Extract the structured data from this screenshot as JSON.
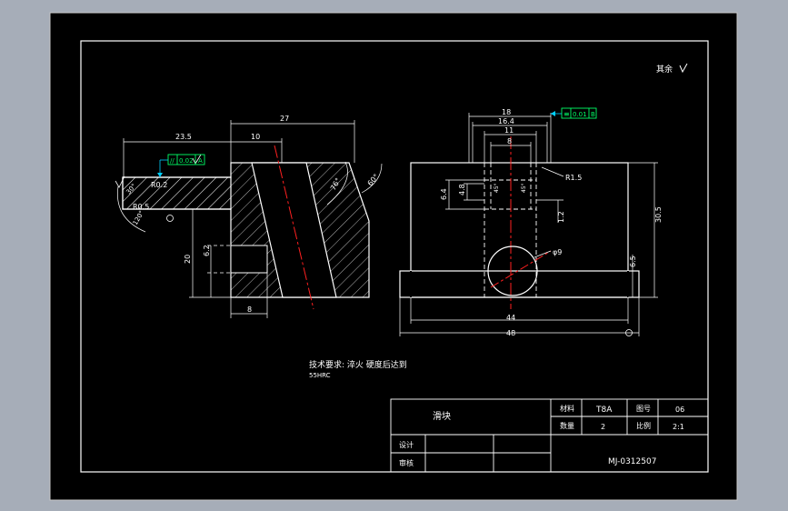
{
  "colors": {
    "app_bg": "#a6adb8",
    "paper": "#000000",
    "line": "#ffffff",
    "center_line": "#ff2020",
    "tolerance": "#00ff66",
    "leader": "#00d0ff"
  },
  "corner_note": "其余",
  "tech_requirements": {
    "line1": "技术要求: 淬火 硬度后达到",
    "line2": "55HRC"
  },
  "title_block": {
    "part_name": "滑块",
    "material_label": "材料",
    "material_value": "T8A",
    "drawing_no_label": "图号",
    "drawing_no_value": "06",
    "quantity_label": "数量",
    "quantity_value": "2",
    "scale_label": "比例",
    "scale_value": "2:1",
    "designer_label": "设计",
    "reviewer_label": "审核",
    "code": "MJ-0312507"
  },
  "left_view": {
    "dims": {
      "d27": "27",
      "d23_5": "23.5",
      "d10": "10",
      "d20": "20",
      "d6_2": "6.2",
      "d8": "8",
      "r0_2": "R0.2",
      "r0_5": "R0.5",
      "a120": "120°",
      "a76": "76°",
      "a60": "60°",
      "a30": "30°"
    },
    "parallel_tol": {
      "symbol": "//",
      "value": "0.02",
      "datum": "A"
    }
  },
  "right_view": {
    "dims": {
      "d18": "18",
      "d16_4": "16.4",
      "d11": "11",
      "d8": "8",
      "r1_5": "R1.5",
      "d6_4": "6.4",
      "d4_8": "4.8",
      "d1_2": "1.2",
      "d30_5": "30.5",
      "d6_5": "6.5",
      "phi9": "φ9",
      "d44": "44",
      "d48": "48",
      "c1": "45°",
      "c2": "45°"
    },
    "sym_tol": {
      "symbol": "≡",
      "value": "0.01",
      "datum": "B"
    }
  }
}
